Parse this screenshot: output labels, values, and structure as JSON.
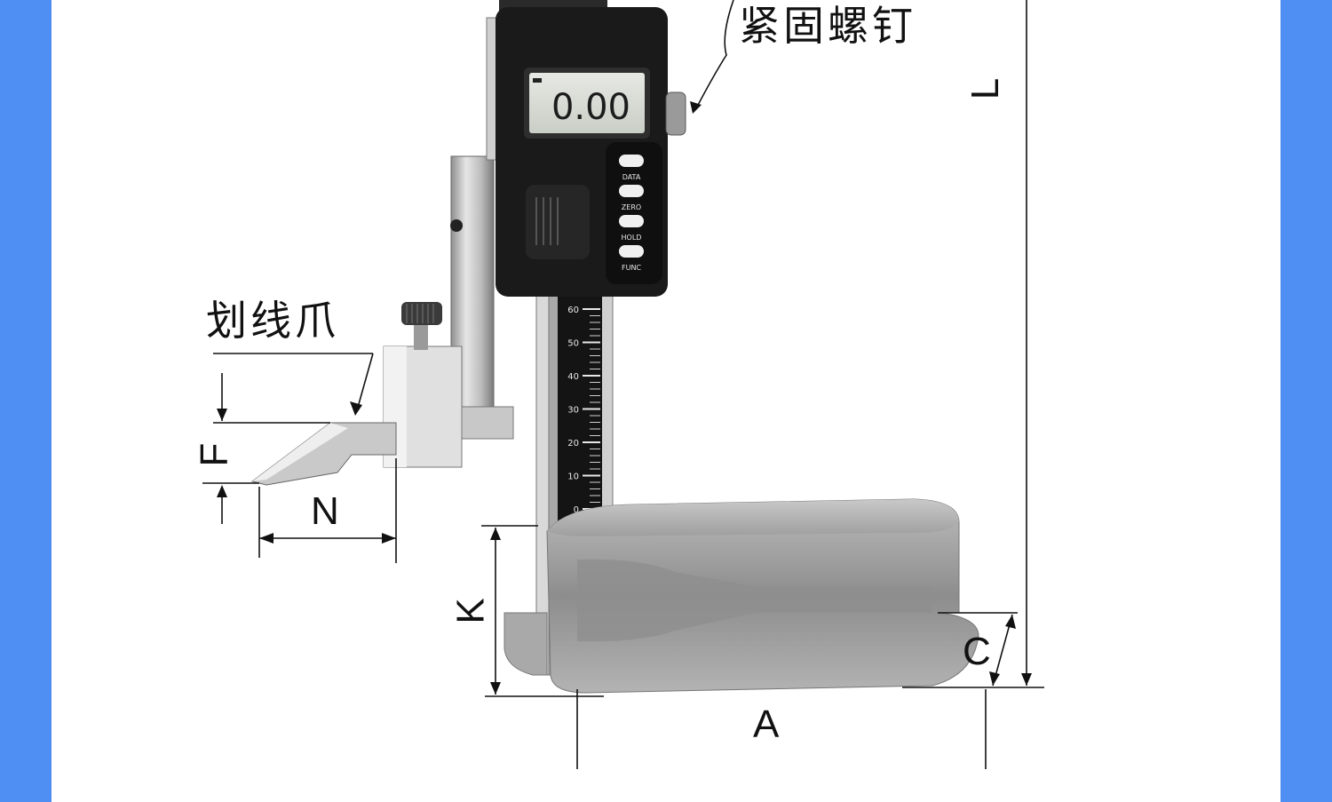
{
  "labels": {
    "lock_screw": "紧固螺钉",
    "scriber": "划线爪",
    "dim_L": "L",
    "dim_F": "F",
    "dim_N": "N",
    "dim_K": "K",
    "dim_A": "A",
    "dim_C": "C"
  },
  "display": {
    "reading": "0.00",
    "buttons": [
      "DATA",
      "ZERO",
      "HOLD",
      "FUNC"
    ]
  },
  "scale_ticks": [
    "60",
    "50",
    "40",
    "30",
    "20",
    "10",
    "0"
  ],
  "colors": {
    "frame": "#4f8ef2",
    "background": "#ffffff",
    "body": "#1a1a1a",
    "lcd": "#d9ddd6",
    "metal": "#b5b5b5",
    "line": "#111111"
  }
}
